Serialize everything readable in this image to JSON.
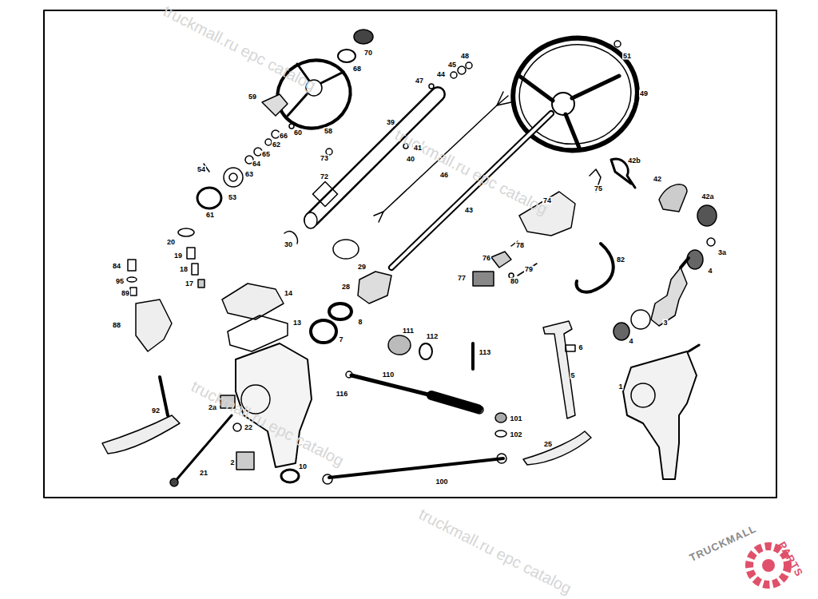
{
  "diagram": {
    "labels": [
      "truckmall.ru epc catalog",
      "truckmall.ru epc catalog",
      "truckmall.ru epc catalog",
      "truckmall.ru epc catalog",
      "70",
      "68",
      "51",
      "49",
      "48",
      "45",
      "47",
      "44",
      "59",
      "58",
      "39",
      "60",
      "66",
      "62",
      "65",
      "64",
      "63",
      "73",
      "41",
      "40",
      "54",
      "72",
      "53",
      "46",
      "42b",
      "75",
      "42",
      "42a",
      "74",
      "43",
      "61",
      "20",
      "30",
      "78",
      "3a",
      "19",
      "76",
      "29",
      "82",
      "84",
      "18",
      "79",
      "4",
      "77",
      "80",
      "95",
      "17",
      "28",
      "14",
      "89",
      "3",
      "88",
      "13",
      "8",
      "4",
      "7",
      "111",
      "112",
      "6",
      "113",
      "5",
      "110",
      "1",
      "116",
      "2a",
      "92",
      "22",
      "101",
      "102",
      "25",
      "2",
      "21",
      "10",
      "100",
      "TRUCKMALL",
      "PARTS"
    ]
  }
}
